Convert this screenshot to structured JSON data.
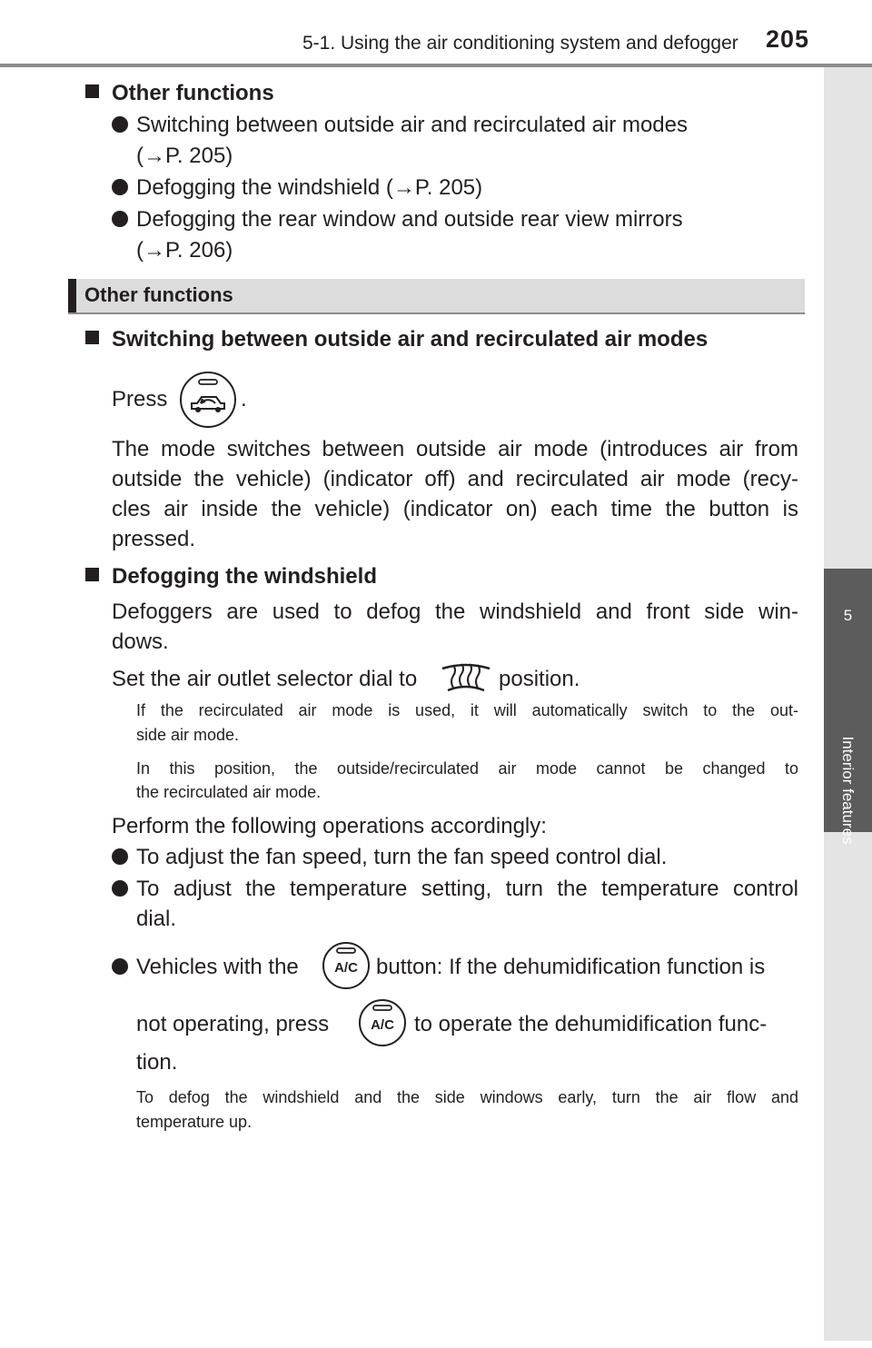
{
  "header": {
    "section": "5-1. Using the air conditioning system and defogger",
    "page": "205"
  },
  "side_tab": {
    "chapter_number": "5",
    "chapter_title": "Interior features"
  },
  "other_functions_list": {
    "heading": "Other functions",
    "items": [
      {
        "line1": "Switching between outside air and recirculated air modes",
        "line2": "(→P. 205)"
      },
      {
        "line1": "Defogging the windshield (→P. 205)"
      },
      {
        "line1": "Defogging the rear window and outside rear view mirrors",
        "line2": "(→P. 206)"
      }
    ]
  },
  "section_title": "Other functions",
  "switching": {
    "heading": "Switching between outside air and recirculated air modes",
    "press_prefix": "Press",
    "press_suffix": ".",
    "icon": "recirculation-button-icon",
    "paragraph": [
      "The mode switches between outside air mode (introduces air from",
      "outside the vehicle) (indicator off) and recirculated air mode (recy-",
      "cles air inside the vehicle) (indicator on) each time the button is",
      "pressed."
    ]
  },
  "defogging": {
    "heading": "Defogging the windshield",
    "paragraph": [
      "Defoggers are used to defog the windshield and front side win-",
      "dows."
    ],
    "set_prefix": "Set the air outlet selector dial to",
    "set_suffix": "position.",
    "set_icon": "windshield-defog-icon",
    "note1": [
      "If the recirculated air mode is used, it will automatically switch to the out-",
      "side air mode."
    ],
    "note2": [
      "In this position, the outside/recirculated air mode cannot be changed to",
      "the recirculated air mode."
    ],
    "perform": "Perform the following operations accordingly:",
    "bullets": {
      "fan": "To adjust the fan speed, turn the fan speed control dial.",
      "temp_line1": "To adjust the temperature setting, turn the temperature control",
      "temp_line2": "dial.",
      "ac_part1": "Vehicles with the",
      "ac_part2": "button: If the dehumidification function is",
      "ac_part3": "not operating, press",
      "ac_part4": "to operate the dehumidification func-",
      "ac_part5": "tion."
    },
    "ac_label": "A/C",
    "note3": [
      "To defog the windshield and the side windows early, turn the air flow and",
      "temperature up."
    ]
  },
  "colors": {
    "text": "#231f20",
    "rule": "#8c8c8c",
    "tab_dark": "#5c5c5c",
    "tab_light": "#e4e4e4",
    "section_bg": "#dcdcdc"
  }
}
